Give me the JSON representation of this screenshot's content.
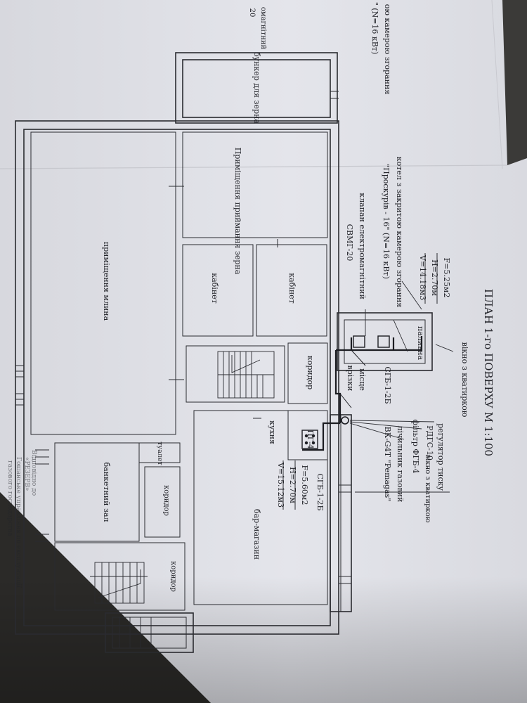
{
  "plan": {
    "title": "ПЛАН 1-го ПОВЕРХУ М 1:100",
    "rooms": {
      "grain_bunker": "бункер для зерна",
      "grain_reception": "Приміщення приймання зерна",
      "office_1": "кабінет",
      "office_2": "кабінет",
      "mill": "приміщення млина",
      "boiler": "паливна",
      "corridor_1": "коридор",
      "corridor_2": "коридор",
      "corridor_3": "коридор",
      "kitchen": "кухня",
      "toilet": "туалет",
      "banquet": "банкетний зал",
      "bar": "бар-магазин"
    },
    "annotations": {
      "window_1": "вікно з кватиркою",
      "window_2": "вікно з кватиркою",
      "regulator": "регулятор тиску",
      "regulator_model": "РДГС-10",
      "filter": "фільтр ФГБ-4",
      "meter": "лічильник газовий",
      "meter_model": "ВК-G4T \"Pemagas\"",
      "sgb_1": "СГБ-1-2Б",
      "sgb_2": "СГБ-1-2Б",
      "place_1": "місце",
      "place_2": "врізки",
      "valve_1": "клапан електромагнітний",
      "valve_2": "СВМГ-20",
      "boiler_1": "котел з закритою камерою згорання",
      "boiler_2": "\"Проскурів - 16\" (N=16 кВт)",
      "stove": "ПГ-4",
      "left_1": "ою камерою згорання",
      "left_2": "\" (N=16 кВт)",
      "left_3": "омагнітний",
      "left_4": "20"
    },
    "boiler_room_specs": {
      "area": "F=5.25м2",
      "height": "H=2.70м",
      "volume": "V=14.18м3"
    },
    "kitchen_specs": {
      "area": "F=5.60м2",
      "height": "H=2.70м",
      "volume": "V=15.12м3"
    },
    "stamp": {
      "line_1": "Відповідно до",
      "line_2": "«РЕЗЕРВ»",
      "line_3": "Гошанське управління по експлуатації",
      "line_4": "газового господарства"
    }
  },
  "colors": {
    "paper": "#e3e4ea",
    "ink": "#23242a",
    "background": "#3b3a38"
  }
}
